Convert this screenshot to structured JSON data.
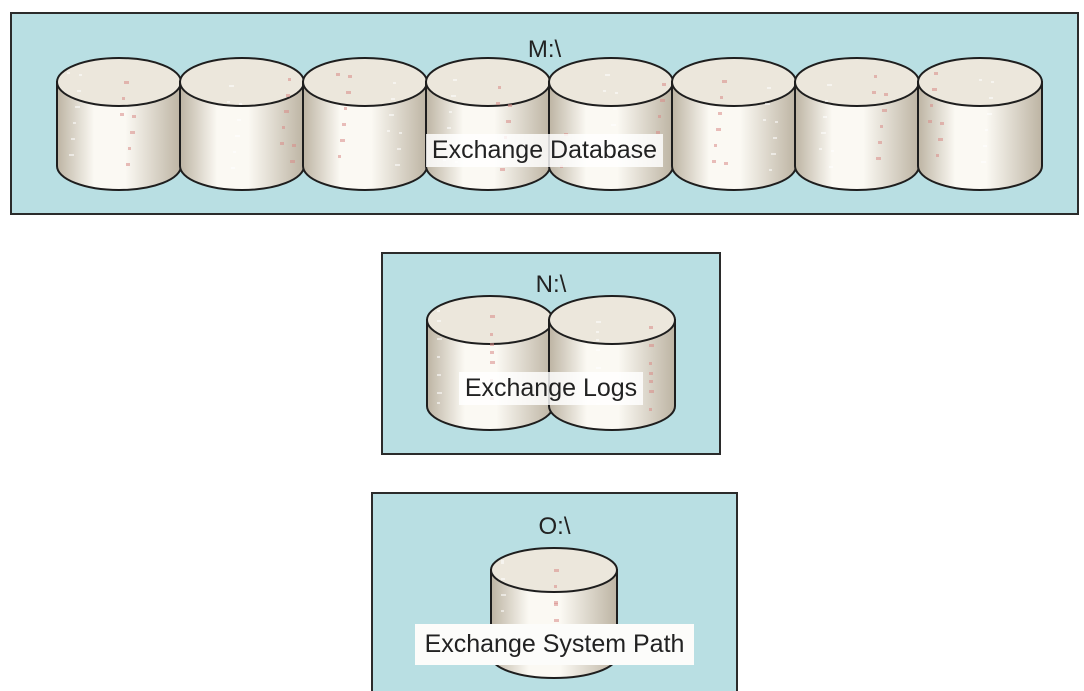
{
  "colors": {
    "box_fill": "#b9dfe3",
    "box_border": "#2b2b2b",
    "cylinder_top": "#ece7dc",
    "cylinder_body_light": "#fbf9f3",
    "cylinder_body_dark": "#bdb4a3",
    "cylinder_outline": "#1e1e1e",
    "speckle": "#d98a86"
  },
  "drives": [
    {
      "letter": "M:\\",
      "label": "Exchange Database",
      "disks": 8
    },
    {
      "letter": "N:\\",
      "label": "Exchange Logs",
      "disks": 2
    },
    {
      "letter": "O:\\",
      "label": "Exchange System Path",
      "disks": 1
    }
  ]
}
